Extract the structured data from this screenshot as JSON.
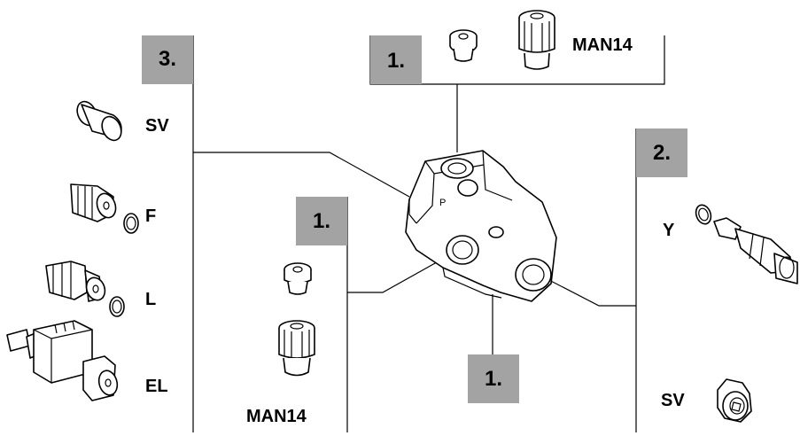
{
  "badges": {
    "top": "1.",
    "left": "3.",
    "right": "2.",
    "mid_left": "1.",
    "bottom_center": "1."
  },
  "labels": {
    "top_man14": "MAN14",
    "left_sv": "SV",
    "left_f": "F",
    "left_l": "L",
    "left_el": "EL",
    "right_y": "Y",
    "right_sv": "SV",
    "bottom_man14": "MAN14"
  },
  "colors": {
    "badge_fill": "#a3a3a3",
    "line": "#000000",
    "background": "#ffffff"
  }
}
